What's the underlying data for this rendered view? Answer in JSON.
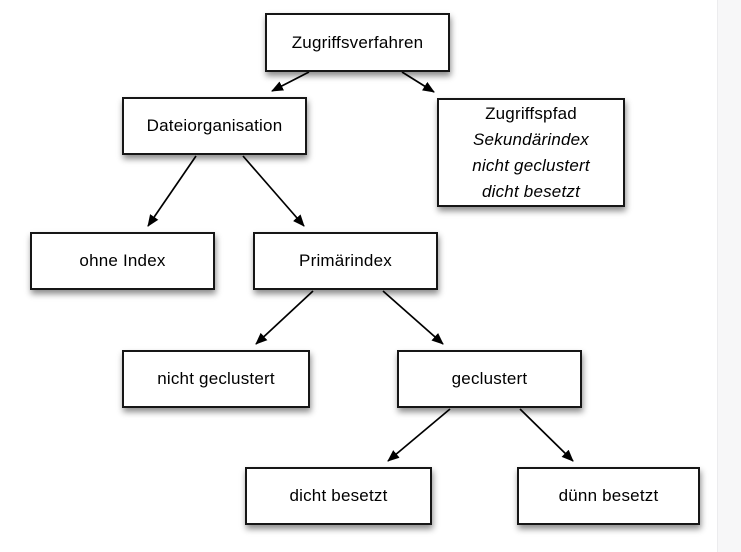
{
  "diagram": {
    "nodes": {
      "zugriffsverfahren": {
        "label": "Zugriffsverfahren"
      },
      "dateiorganisation": {
        "label": "Dateiorganisation"
      },
      "zugriffspfad": {
        "lines": [
          "Zugriffspfad",
          "Sekundärindex",
          "nicht geclustert",
          "dicht besetzt"
        ]
      },
      "ohne_index": {
        "label": "ohne Index"
      },
      "primaerindex": {
        "label": "Primärindex"
      },
      "nicht_geclustert": {
        "label": "nicht geclustert"
      },
      "geclustert": {
        "label": "geclustert"
      },
      "dicht_besetzt": {
        "label": "dicht besetzt"
      },
      "duenn_besetzt": {
        "label": "dünn besetzt"
      }
    },
    "edges": [
      {
        "from": "zugriffsverfahren",
        "to": "dateiorganisation"
      },
      {
        "from": "zugriffsverfahren",
        "to": "zugriffspfad"
      },
      {
        "from": "dateiorganisation",
        "to": "ohne_index"
      },
      {
        "from": "dateiorganisation",
        "to": "primaerindex"
      },
      {
        "from": "primaerindex",
        "to": "nicht_geclustert"
      },
      {
        "from": "primaerindex",
        "to": "geclustert"
      },
      {
        "from": "geclustert",
        "to": "dicht_besetzt"
      },
      {
        "from": "geclustert",
        "to": "duenn_besetzt"
      }
    ]
  }
}
